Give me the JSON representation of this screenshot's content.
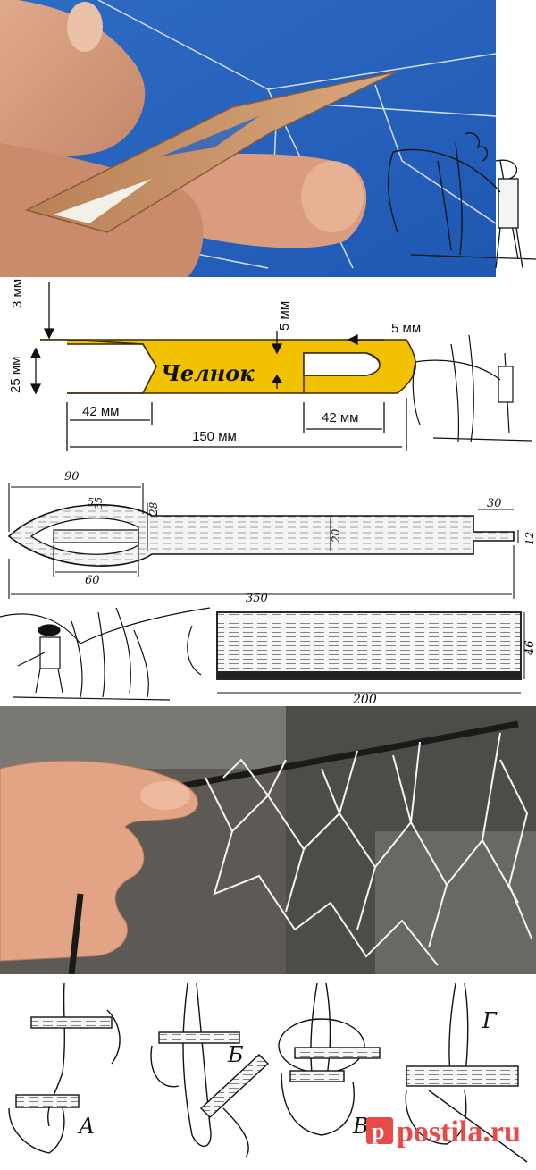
{
  "diagram_shuttle_yellow": {
    "title": "Челнок",
    "dims": [
      "3 мм",
      "5 мм",
      "5 мм",
      "25 мм",
      "42 мм",
      "42 мм",
      "150 мм"
    ]
  },
  "diagram_shuttle_wood": {
    "dims": [
      "90",
      "5",
      "35",
      "28",
      "20",
      "30",
      "12",
      "60",
      "350"
    ]
  },
  "diagram_gauge": {
    "dims": [
      "46",
      "200"
    ]
  },
  "steps": [
    "А",
    "Б",
    "В",
    "Г"
  ],
  "watermark": "postila.ru"
}
